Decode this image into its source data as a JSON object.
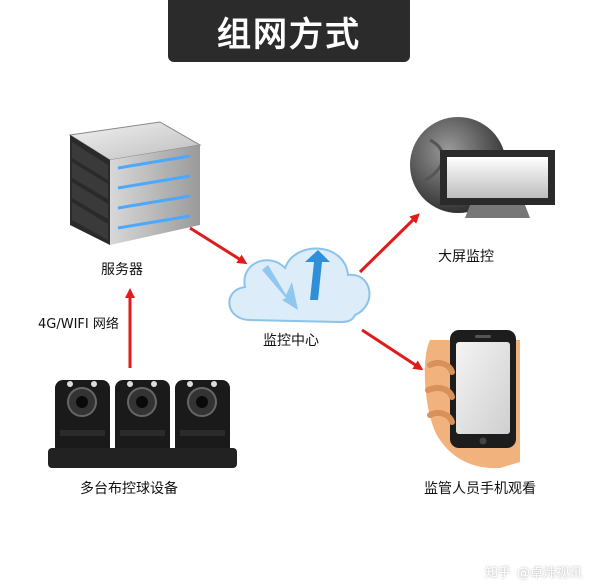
{
  "title": "组网方式",
  "nodes": {
    "server": {
      "label": "服务器",
      "icon": "server-icon"
    },
    "monitor_center": {
      "label": "监控中心",
      "icon": "cloud-sync-icon"
    },
    "big_screen": {
      "label": "大屏监控",
      "icon": "monitor-globe-icon"
    },
    "mobile": {
      "label": "监管人员手机观看",
      "icon": "smartphone-in-hand-icon"
    },
    "cameras": {
      "label": "多台布控球设备",
      "icon": "ptz-camera-icon",
      "count": 3
    }
  },
  "links": {
    "camera_to_server": {
      "label": "4G/WIFI 网络"
    }
  },
  "watermark": {
    "platform": "知乎",
    "author": "@卓炜视讯"
  },
  "colors": {
    "arrow": "#e01b1b",
    "title_bg": "#2b2b2b",
    "cloud": "#cfe6f8",
    "cloud_arrow": "#2f8fd8"
  }
}
